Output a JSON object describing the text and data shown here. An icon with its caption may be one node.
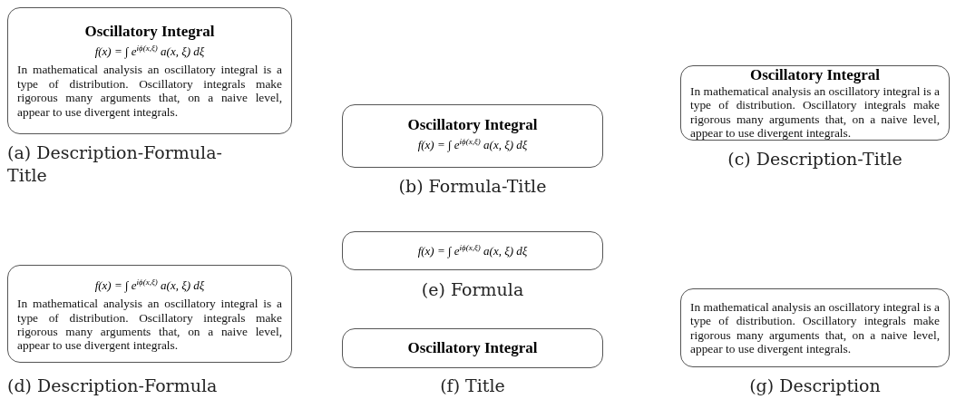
{
  "diagram": {
    "nodes": [
      {
        "text": [
          "Oscillatory Integral",
          "f(x) = ∫ e$^{iϕ(x,ξ)}$ a(x, ξ) dξ",
          "In mathematical analysis an oscillatory integral is a type of distribution. Oscillatory integrals make rigorous many arguments that, on a naive level, appear to use divergent integrals."
        ],
        "beside": [
          "(a) Description-Formula-Title"
        ]
      },
      {
        "text": [
          "Oscillatory Integral",
          "f(x) = ∫ e$^{iϕ(x,ξ)}$ a(x, ξ) dξ"
        ],
        "beside": [
          "(b) Formula-Title"
        ]
      },
      {
        "text": [
          "Oscillatory Integral",
          "In mathematical analysis an oscillatory integral is a type of distribution. Oscillatory integrals make rigorous many arguments that, on a naive level, appear to use divergent integrals."
        ],
        "beside": [
          "(c) Description-Title"
        ]
      },
      {
        "text": [
          "f(x) = ∫ e$^{iϕ(x,ξ)}$ a(x, ξ) dξ",
          "In mathematical analysis an oscillatory integral is a type of distribution. Oscillatory integrals make rigorous many arguments that, on a naive level, appear to use divergent integrals."
        ],
        "beside": [
          "(d) Description-Formula"
        ]
      },
      {
        "text": [
          "f(x) = ∫ e$^{iϕ(x,ξ)}$ a(x, ξ) dξ"
        ],
        "beside": [
          "(e) Formula"
        ]
      },
      {
        "text": [
          "Oscillatory Integral"
        ],
        "beside": [
          "(f) Title"
        ]
      },
      {
        "text": [
          "In mathematical analysis an oscillatory integral is a type of distribution. Oscillatory integrals make rigorous many arguments that, on a naive level, appear to use divergent integrals."
        ],
        "beside": [
          "(g) Description"
        ]
      }
    ]
  }
}
